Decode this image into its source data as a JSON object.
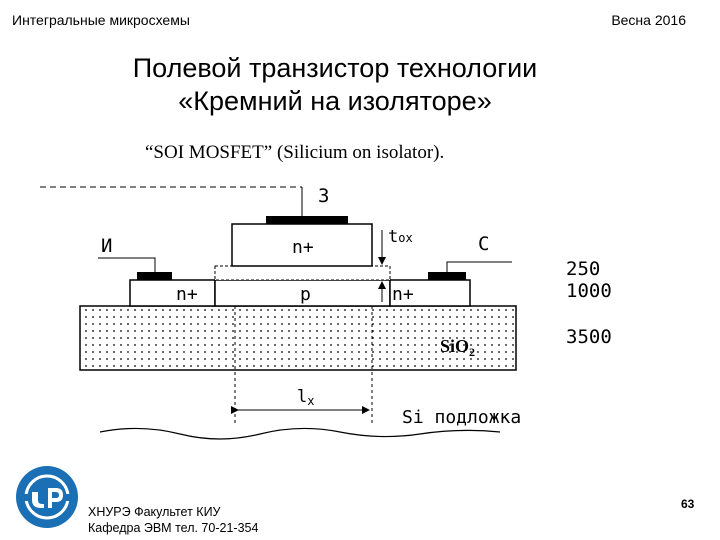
{
  "header": {
    "left": "Интегральные микросхемы",
    "right": "Весна 2016"
  },
  "title": {
    "line1": "Полевой транзистор технологии",
    "line2": "«Кремний на изоляторе»"
  },
  "subtitle": "“SOI MOSFET” (Silicium on isolator).",
  "diagram": {
    "gate": "З",
    "source": "И",
    "drain": "С",
    "n_plus": "n+",
    "p": "p",
    "tox_t": "t",
    "tox_sub": "ox",
    "sio_main": "SiO",
    "sio_sub": "2",
    "lx_main": "l",
    "lx_sub": "x",
    "substrate": "Si подложка",
    "dims": [
      "250",
      "1000",
      "3500"
    ]
  },
  "footer": {
    "line1": "ХНУРЭ Факультет КИУ",
    "line2": "Кафедра ЭВМ   тел. 70-21-354"
  },
  "page_number": "63",
  "colors": {
    "logo_blue": "#1a6fb5"
  }
}
